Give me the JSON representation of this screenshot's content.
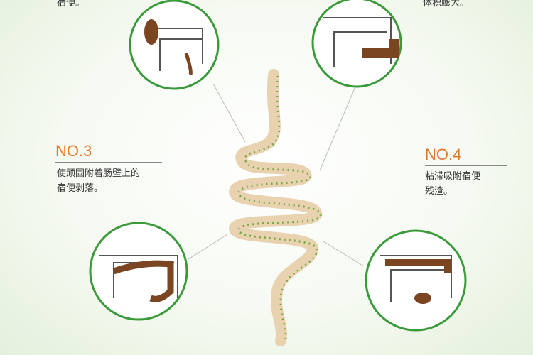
{
  "steps": [
    {
      "text": "宿便。"
    },
    {
      "text": "体积膨大。"
    },
    {
      "label": "NO.3",
      "text_line1": "使顽固附着肠壁上的",
      "text_line2": "宿便剥落。"
    },
    {
      "label": "NO.4",
      "text_line1": "粘滞吸附宿便",
      "text_line2": "残渣。"
    }
  ],
  "colors": {
    "accent": "#e07a2a",
    "circle": "#3a9a3a",
    "stool": "#7a4520",
    "intestine": "#e8d2b0"
  }
}
